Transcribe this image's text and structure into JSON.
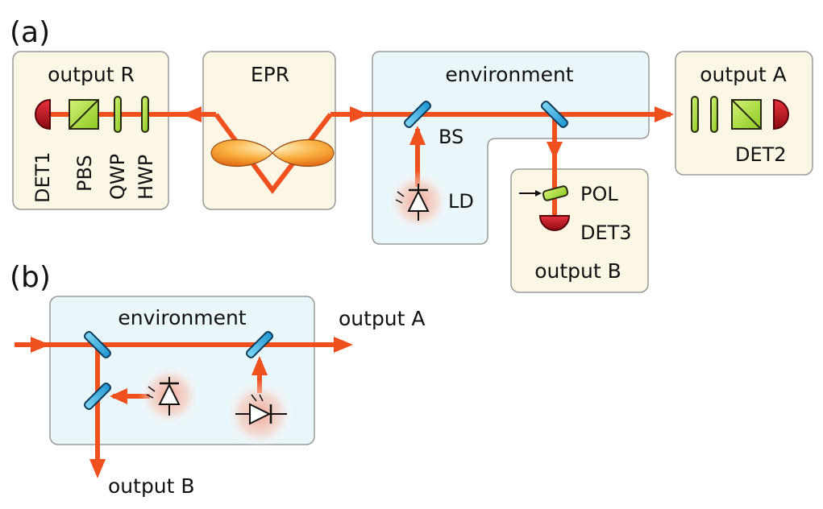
{
  "panel_a": {
    "label": "(a)",
    "boxes": {
      "output_r": "output R",
      "epr": "EPR",
      "environment": "environment",
      "output_a": "output A",
      "output_b": "output B"
    },
    "components": {
      "det1": "DET1",
      "pbs": "PBS",
      "qwp": "QWP",
      "hwp": "HWP",
      "bs": "BS",
      "ld": "LD",
      "det2": "DET2",
      "pol": "POL",
      "det3": "DET3"
    }
  },
  "panel_b": {
    "label": "(b)",
    "environment": "environment",
    "output_a": "output A",
    "output_b": "output B"
  },
  "colors": {
    "beam": "#f0501e",
    "box_cream": "#fbf7e4",
    "box_blue": "#e9f7fb",
    "mirror": "#3fb6e6",
    "optic_green": "#a4dc2c",
    "detector_red": "#c8141e",
    "epr_lobe": "#f7a030"
  }
}
